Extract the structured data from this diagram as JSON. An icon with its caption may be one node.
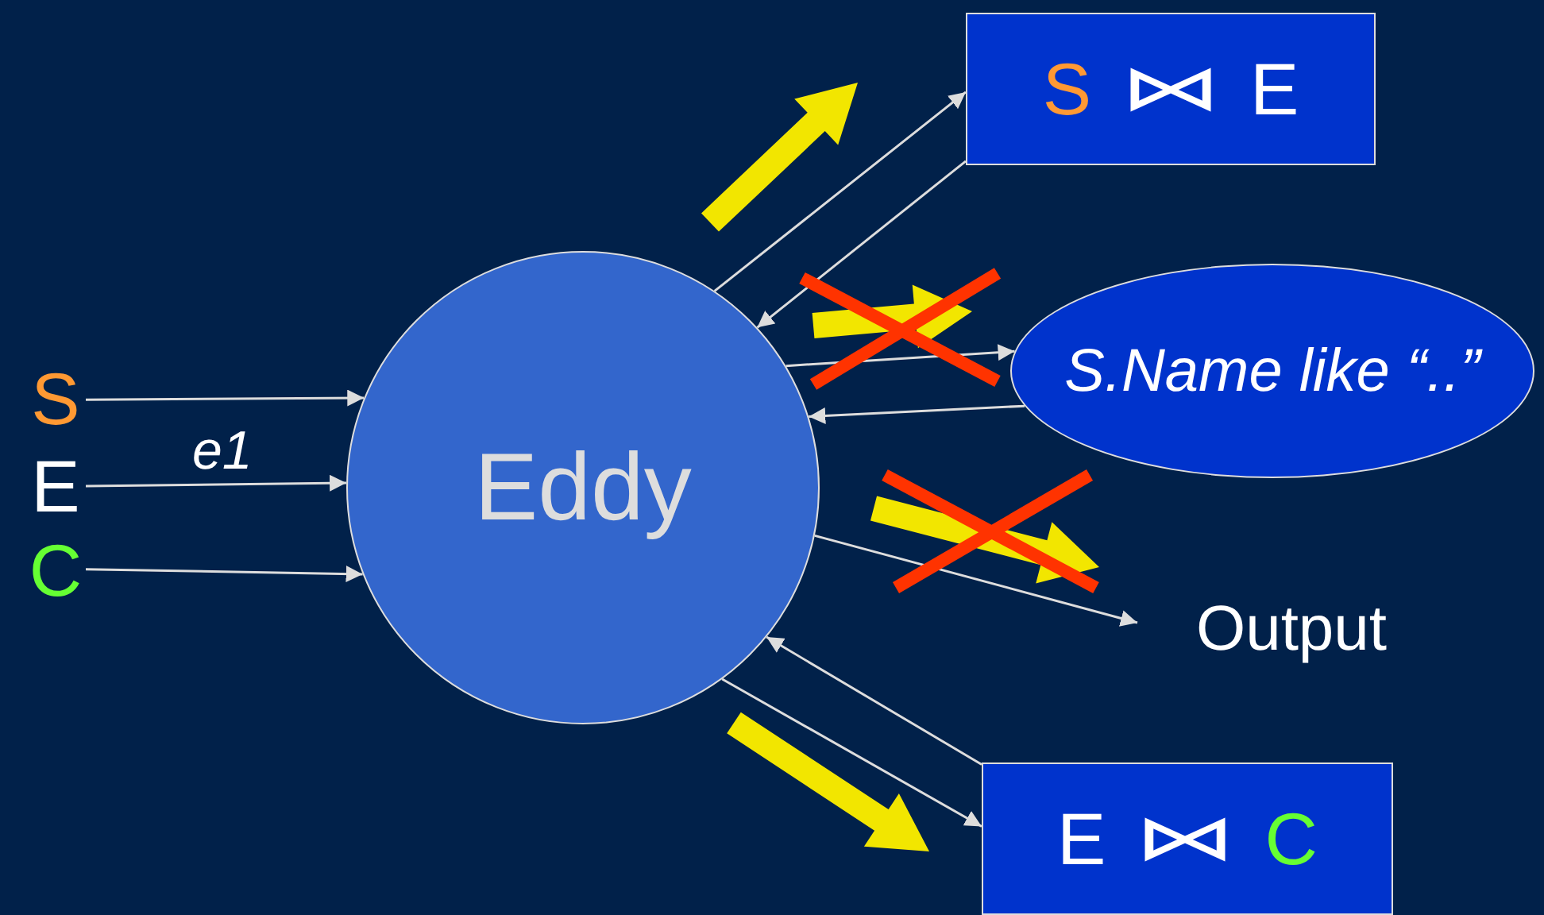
{
  "diagram": {
    "nodes": [
      {
        "text": [
          "S"
        ]
      },
      {
        "text": [
          "E"
        ]
      },
      {
        "text": [
          "C"
        ]
      },
      {
        "text": [
          "Eddy"
        ]
      },
      {
        "text": [
          "S",
          "⋈",
          "E"
        ]
      },
      {
        "text": [
          "S.Name like “..”"
        ]
      },
      {
        "text": [
          "Output"
        ]
      },
      {
        "text": [
          "E",
          "⋈",
          "C"
        ]
      }
    ],
    "edges": [
      {
        "from": 0,
        "to": 3,
        "arrow": "to"
      },
      {
        "from": 1,
        "to": 3,
        "arrow": "to",
        "label": "e1"
      },
      {
        "from": 2,
        "to": 3,
        "arrow": "to"
      },
      {
        "from": 3,
        "to": 4,
        "arrow": "to"
      },
      {
        "from": 4,
        "to": 3,
        "arrow": "to"
      },
      {
        "from": 3,
        "to": 5,
        "arrow": "to"
      },
      {
        "from": 5,
        "to": 3,
        "arrow": "to"
      },
      {
        "from": 3,
        "to": 6,
        "arrow": "to"
      },
      {
        "from": 3,
        "to": 7,
        "arrow": "to"
      },
      {
        "from": 7,
        "to": 3,
        "arrow": "to"
      }
    ]
  }
}
